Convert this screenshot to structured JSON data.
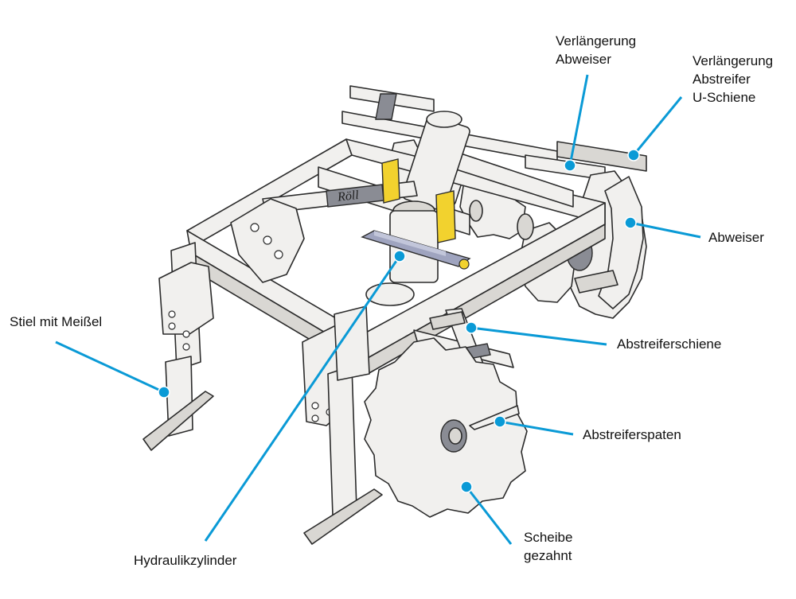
{
  "diagram": {
    "brand_badge": "Röll",
    "accent_color": "#0a9ad6",
    "highlight_color": "#f2d22e",
    "callouts": [
      {
        "id": "verlaengerung-abweiser",
        "lines": [
          "Verlängerung",
          "Abweiser"
        ]
      },
      {
        "id": "verlaengerung-abstreifer",
        "lines": [
          "Verlängerung",
          "Abstreifer",
          "U-Schiene"
        ]
      },
      {
        "id": "abweiser",
        "lines": [
          "Abweiser"
        ]
      },
      {
        "id": "abstreiferschiene",
        "lines": [
          "Abstreiferschiene"
        ]
      },
      {
        "id": "abstreiferspaten",
        "lines": [
          "Abstreiferspaten"
        ]
      },
      {
        "id": "scheibe-gezahnt",
        "lines": [
          "Scheibe",
          "gezahnt"
        ]
      },
      {
        "id": "hydraulikzylinder",
        "lines": [
          "Hydraulikzylinder"
        ]
      },
      {
        "id": "stiel-mit-meissel",
        "lines": [
          "Stiel mit Meißel"
        ]
      }
    ]
  }
}
